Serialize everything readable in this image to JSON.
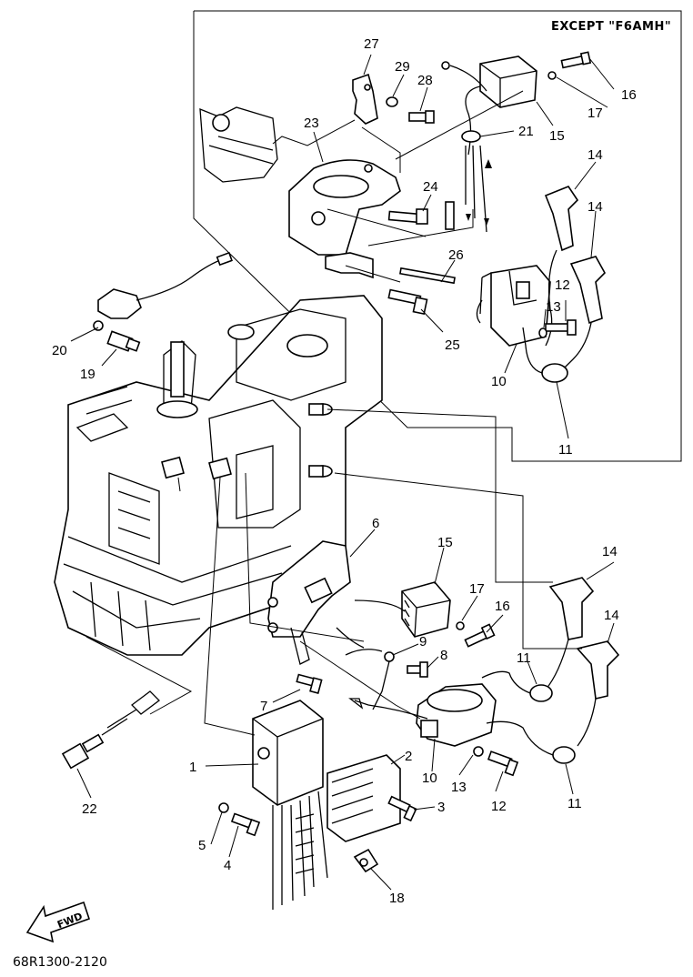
{
  "inset_label": "EXCEPT \"F6AMH\"",
  "drawing_code": "68R1300-2120",
  "fwd_label": "FWD",
  "callouts": {
    "c1": "1",
    "c2": "2",
    "c3": "3",
    "c4": "4",
    "c5": "5",
    "c6": "6",
    "c7": "7",
    "c8": "8",
    "c9": "9",
    "c10": "10",
    "c11": "11",
    "c12": "12",
    "c13": "13",
    "c14": "14",
    "c15": "15",
    "c16": "16",
    "c17": "17",
    "c18": "18",
    "c19": "19",
    "c20": "20",
    "c21": "21",
    "c22": "22",
    "c23": "23",
    "c24": "24",
    "c25": "25",
    "c26": "26",
    "c27": "27",
    "c28": "28",
    "c29": "29"
  }
}
